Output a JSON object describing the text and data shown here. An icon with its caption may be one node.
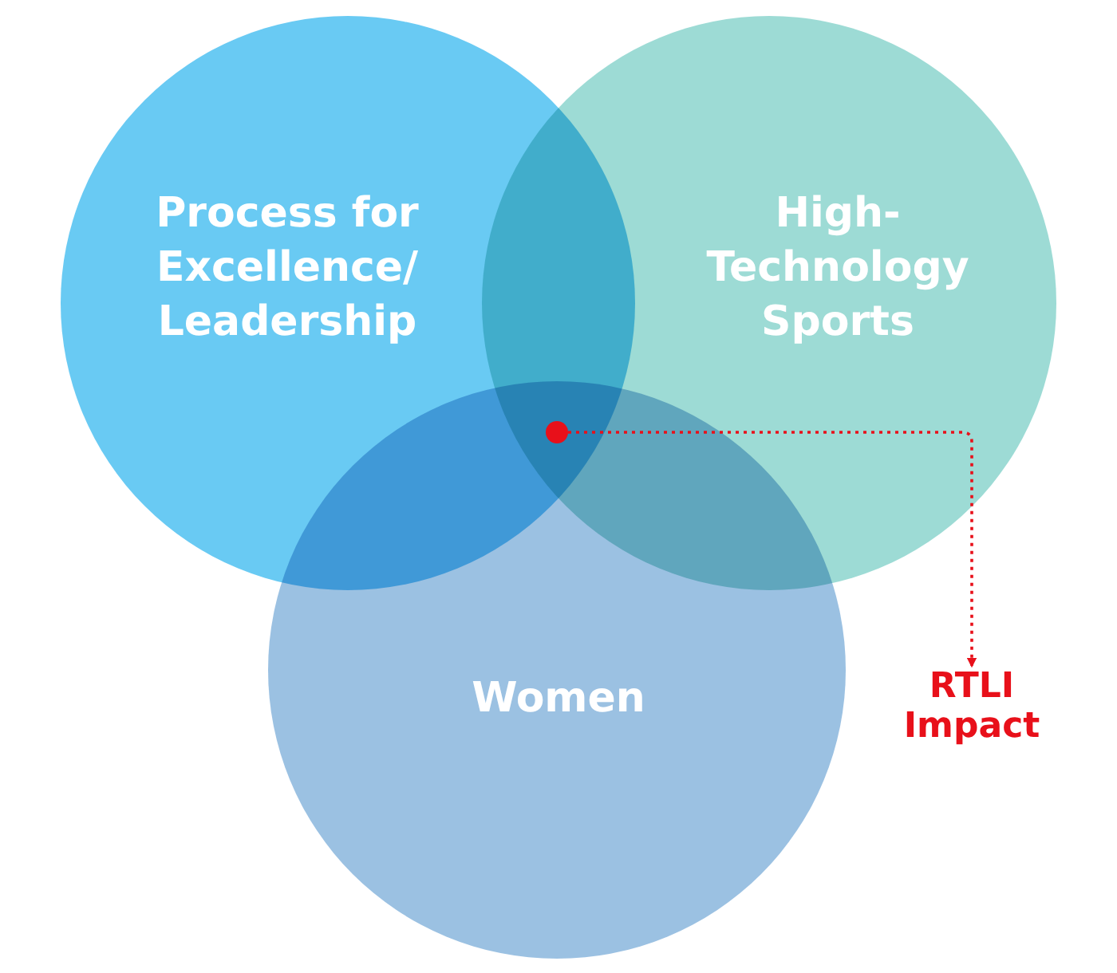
{
  "diagram": {
    "nodes": [
      {
        "text": [
          "Process for Excellence/ Leadership"
        ]
      },
      {
        "text": [
          "High- Technology Sports"
        ]
      },
      {
        "text": [
          "Women"
        ]
      },
      {
        "text": [],
        "shape": "circle"
      },
      {
        "text": [
          "RTLI Impact"
        ]
      }
    ],
    "edges": [
      {
        "from": 3,
        "to": 4,
        "arrow": "to",
        "style": "dashed",
        "color": "#e8101a"
      }
    ]
  }
}
